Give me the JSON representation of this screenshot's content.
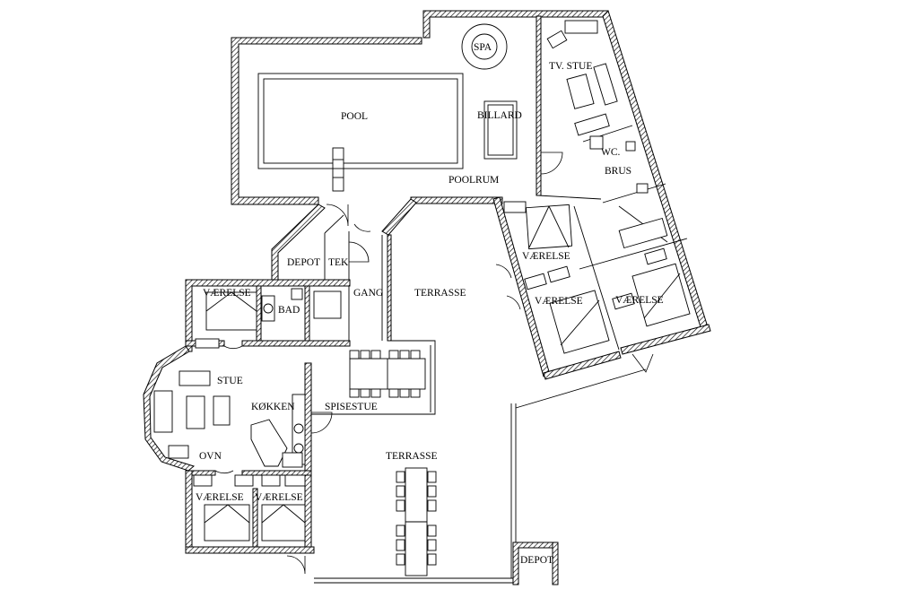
{
  "rooms": {
    "pool": "POOL",
    "billard": "BILLARD",
    "poolrum": "POOLRUM",
    "spa": "SPA",
    "tv_stue": "TV. STUE",
    "wc": "WC.",
    "brus": "BRUS",
    "vaerelse_ne1": "VÆRELSE",
    "vaerelse_ne2": "VÆRELSE",
    "vaerelse_ne3": "VÆRELSE",
    "depot_top": "DEPOT",
    "tek": "TEK",
    "gang": "GANG",
    "terrasse_top": "TERRASSE",
    "vaerelse_w": "VÆRELSE",
    "bad": "BAD",
    "stue": "STUE",
    "kokken": "KØKKEN",
    "spisestue": "SPISESTUE",
    "ovn": "OVN",
    "vaerelse_sw1": "VÆRELSE",
    "vaerelse_sw2": "VÆRELSE",
    "terrasse_bottom": "TERRASSE",
    "depot_bottom": "DEPOT"
  }
}
